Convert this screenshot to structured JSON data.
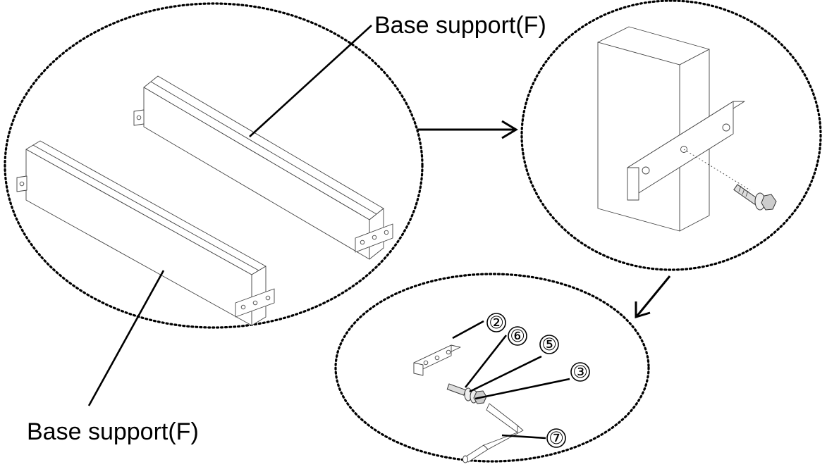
{
  "labels": {
    "base_support_top": "Base support(F)",
    "base_support_bottom": "Base support(F)"
  },
  "parts": {
    "plate": "②",
    "washer_a": "⑥",
    "washer_b": "⑤",
    "bolt": "③",
    "allen_key": "⑦"
  }
}
